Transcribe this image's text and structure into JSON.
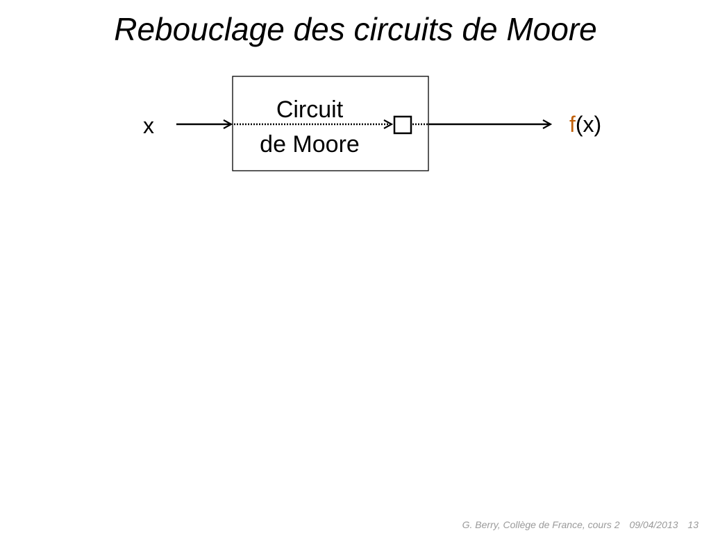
{
  "slide": {
    "title": "Rebouclage des circuits de Moore"
  },
  "diagram": {
    "input_label": "x",
    "box_label_line1": "Circuit",
    "box_label_line2": "de Moore",
    "output_fn": "f",
    "output_arg": "(x)",
    "output_fn_color": "#c0600a"
  },
  "footer": {
    "author": "G. Berry, Collège de France, cours 2",
    "date": "09/04/2013",
    "page": "13"
  }
}
